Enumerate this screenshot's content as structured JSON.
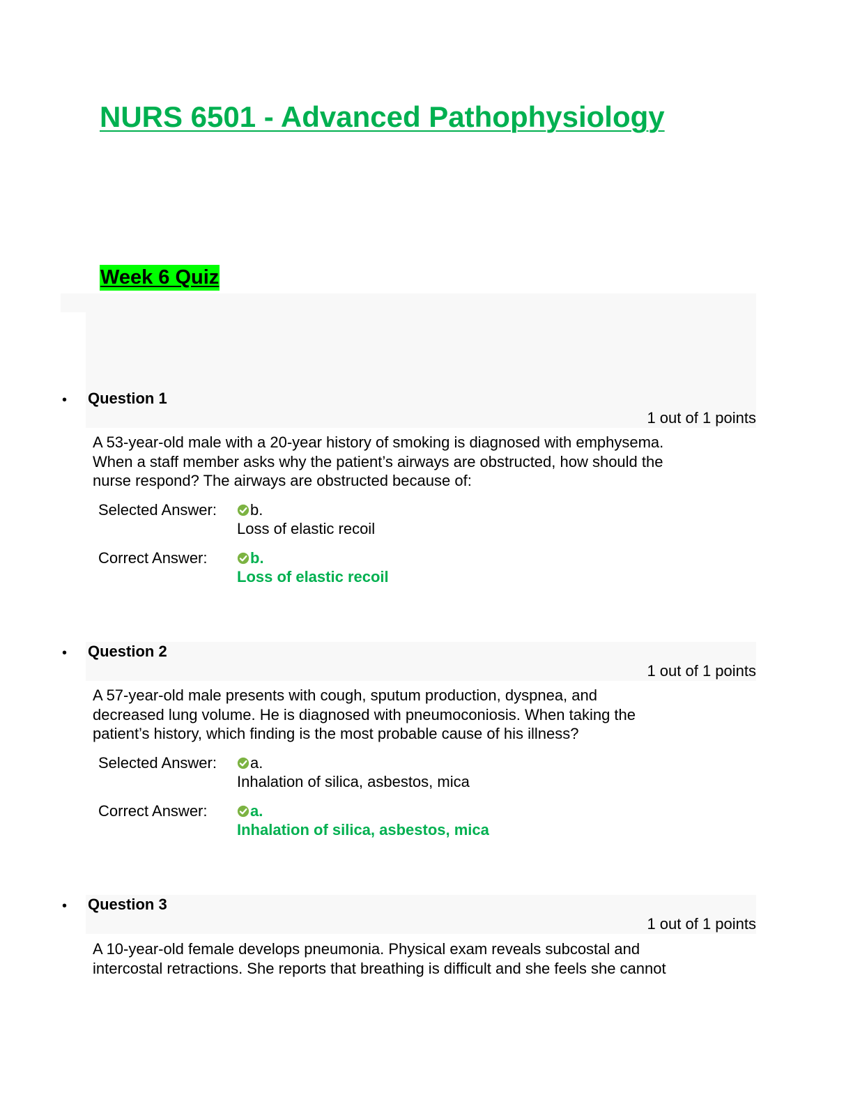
{
  "header": {
    "course_title": "NURS 6501 - Advanced Pathophysiology",
    "quiz_title": "Week 6 Quiz"
  },
  "labels": {
    "selected_answer": "Selected Answer:",
    "correct_answer": "Correct Answer:"
  },
  "colors": {
    "title_green": "#00b050",
    "highlight_green": "#00ff00",
    "check_green": "#7cb342",
    "panel_gray": "#f8f8f8"
  },
  "questions": [
    {
      "label": "Question 1",
      "points": "1 out of 1 points",
      "text_lines": [
        "A 53-year-old male with a 20-year history of smoking is diagnosed with emphysema.",
        "When a staff member asks why the patient’s airways are obstructed, how should the",
        "nurse respond? The airways are obstructed because of:"
      ],
      "selected_letter": "b.",
      "selected_text": "Loss of elastic recoil",
      "correct_letter": "b.",
      "correct_text": "Loss of elastic recoil",
      "icon": "check-circle-icon"
    },
    {
      "label": "Question 2",
      "points": "1 out of 1 points",
      "text_lines": [
        "A 57-year-old male presents with cough, sputum production, dyspnea, and",
        "decreased lung volume. He is diagnosed with pneumoconiosis. When taking the",
        "patient’s history, which finding is the most probable cause of his illness?"
      ],
      "selected_letter": "a.",
      "selected_text": "Inhalation of silica, asbestos, mica",
      "correct_letter": "a.",
      "correct_text": "Inhalation of silica, asbestos, mica",
      "icon": "check-circle-icon"
    },
    {
      "label": "Question 3",
      "points": "1 out of 1 points",
      "text_lines": [
        "A 10-year-old female develops pneumonia. Physical exam reveals subcostal and",
        "intercostal retractions. She reports that breathing is difficult and she feels she cannot"
      ]
    }
  ]
}
